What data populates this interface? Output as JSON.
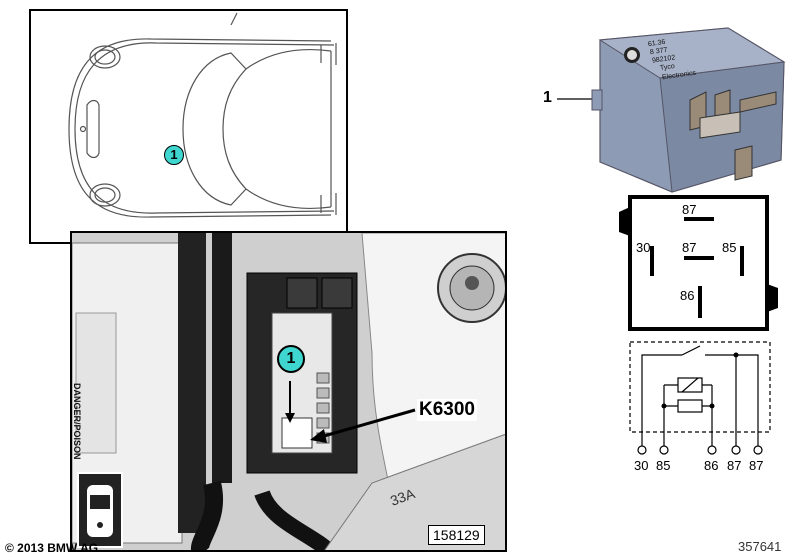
{
  "callouts": {
    "car_marker": "1",
    "photo_marker": "1",
    "relay_leader": "1"
  },
  "photo": {
    "component_code": "K6300",
    "image_number": "158129",
    "warning_text": "DANGER/POISON",
    "fuse_label": "33A"
  },
  "relay": {
    "label_line1": "61.36",
    "label_line2": "8 377",
    "label_line3": "982102",
    "label_line4": "Tyco",
    "label_line5": "Electronics"
  },
  "pinout": {
    "top": "87",
    "left": "30",
    "center": "87",
    "right": "85",
    "bottom": "86"
  },
  "schematic": {
    "terminals": [
      "30",
      "85",
      "86",
      "87",
      "87"
    ]
  },
  "footer": {
    "copyright": "© 2013 BMW AG",
    "diagram_number": "357641"
  },
  "colors": {
    "callout_fill": "#3fd6cf",
    "relay_body": "#8e9bb4",
    "frame": "#000000"
  }
}
